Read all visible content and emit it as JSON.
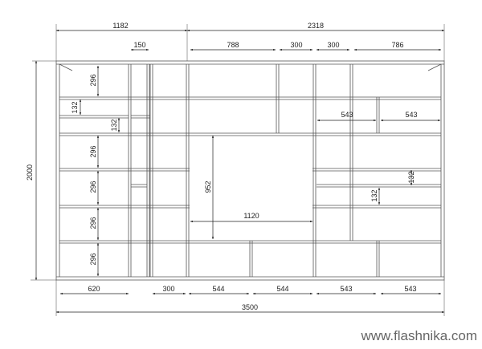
{
  "drawing": {
    "top_dimensions": [
      "1182",
      "2318"
    ],
    "second_row_dimensions": [
      "150",
      "788",
      "300",
      "300",
      "786"
    ],
    "overall_height": "2000",
    "left_column_heights": [
      "296",
      "132",
      "132",
      "296",
      "296",
      "296",
      "296"
    ],
    "tv_opening_height": "952",
    "tv_opening_width": "1120",
    "right_upper_widths": [
      "543",
      "543"
    ],
    "right_small_heights": [
      "132",
      "132"
    ],
    "bottom_dimensions": [
      "620",
      "300",
      "544",
      "544",
      "543",
      "543"
    ],
    "overall_width": "3500"
  },
  "watermark": "www.flashnika.com"
}
